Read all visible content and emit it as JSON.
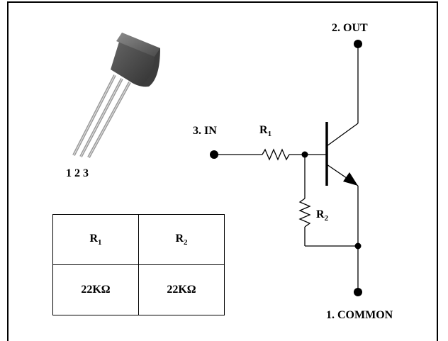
{
  "package": {
    "pin_numbers": "1 2 3"
  },
  "schematic": {
    "out_label": "2. OUT",
    "in_label": "3. IN",
    "common_label": "1. COMMON",
    "r1": {
      "letter": "R",
      "index": "1"
    },
    "r2": {
      "letter": "R",
      "index": "2"
    }
  },
  "table": {
    "headers": [
      {
        "letter": "R",
        "index": "1"
      },
      {
        "letter": "R",
        "index": "2"
      }
    ],
    "values": [
      "22KΩ",
      "22KΩ"
    ]
  }
}
